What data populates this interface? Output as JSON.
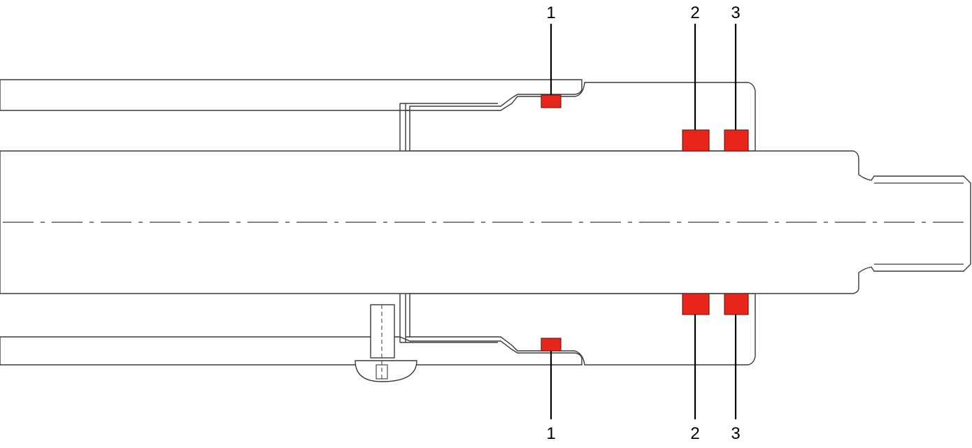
{
  "colors": {
    "seal": "#e8251a",
    "hatch": "#2a2a2a",
    "outline": "#3a3a3a",
    "background": "#ffffff"
  },
  "callouts": {
    "top": [
      "1",
      "2",
      "3"
    ],
    "bottom": [
      "1",
      "2",
      "3"
    ]
  }
}
